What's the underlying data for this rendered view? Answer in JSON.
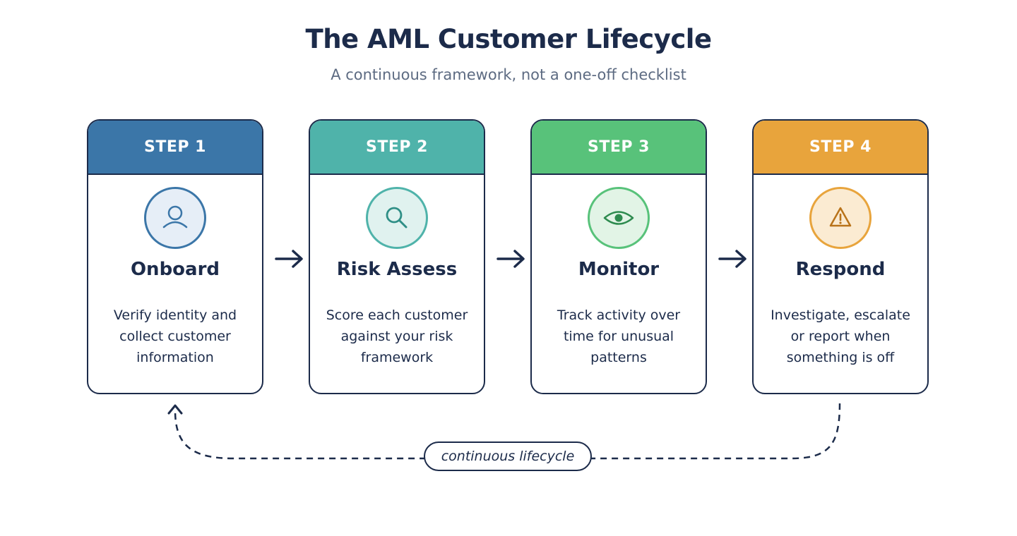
{
  "header": {
    "title": "The AML Customer Lifecycle",
    "subtitle": "A continuous framework, not a one-off checklist"
  },
  "steps": [
    {
      "badge": "STEP 1",
      "name": "Onboard",
      "description": "Verify identity and collect customer information",
      "icon": "user-icon",
      "color": "#3b76a8",
      "icon_bg": "#e6eef7"
    },
    {
      "badge": "STEP 2",
      "name": "Risk Assess",
      "description": "Score each customer against your risk framework",
      "icon": "search-icon",
      "color": "#4fb3aa",
      "icon_bg": "#e0f2ef"
    },
    {
      "badge": "STEP 3",
      "name": "Monitor",
      "description": "Track activity over time for unusual patterns",
      "icon": "eye-icon",
      "color": "#58c27a",
      "icon_bg": "#e2f4e6"
    },
    {
      "badge": "STEP 4",
      "name": "Respond",
      "description": "Investigate, escalate or report when something is off",
      "icon": "warning-icon",
      "color": "#e8a43c",
      "icon_bg": "#fbebd2"
    }
  ],
  "loop": {
    "label": "continuous lifecycle"
  },
  "colors": {
    "ink": "#1c2b4a",
    "muted": "#5d6b82"
  }
}
